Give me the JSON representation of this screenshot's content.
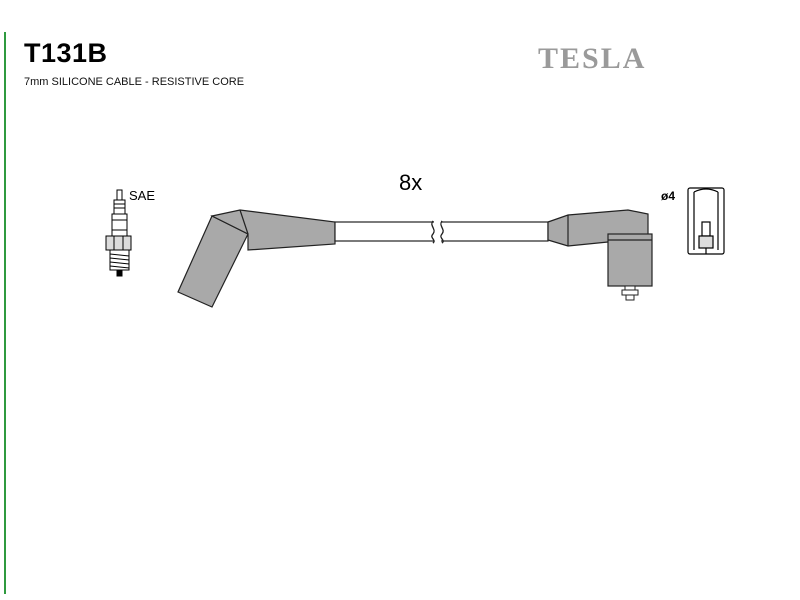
{
  "header": {
    "part_number": "T131B",
    "description": "7mm SILICONE CABLE - RESISTIVE CORE",
    "brand": "TESLA"
  },
  "diagram": {
    "spark_plug_label": "SAE",
    "quantity_label": "8x",
    "distributor_terminal_label": "ø4"
  },
  "colors": {
    "accent_rule": "#2f9a3f",
    "boot_fill": "#a9a9a9",
    "brand_text": "#9a9a9a"
  }
}
